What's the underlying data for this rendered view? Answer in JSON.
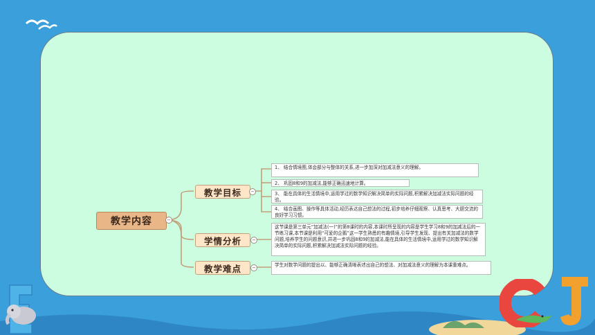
{
  "mindmap": {
    "root": "教学内容",
    "branches": [
      {
        "label": "教学目标",
        "leaves": [
          "1、 结合情境图,体会部分与整体的关系,进一步加深对加减法意义的理解。",
          "2、 巩固8和9的加减法,能够正确迅速地计算。",
          "3、 能在具体的生活情境中,运用学过的数学知识解决简单的实际问题,积累解决加减法实际问题的经验。",
          "4、 结合画图、操作等具体活动,经历表达自己想法的过程,初步培养仔细观察、认真思考、大胆交流的良好学习习惯。"
        ]
      },
      {
        "label": "学情分析",
        "leaves": [
          "这节课是第三单元“加减法(一)”的第8课时的内容,本课时所呈现的内容是学生学习8和9的加减法后的一节练习课,本节课是利用“可爱的企鹅”这一学生熟悉的有趣情境,引导学生发现、提出有关加减法的数学问题,培养学生的问题意识,并进一步巩固8和9的加减法,能在具体的生活情境中,运用学过的数学知识解决简单的实际问题,积累解决加减法实际问题的经验。"
        ]
      },
      {
        "label": "教学难点",
        "leaves": [
          "学生对数学问题的提出以、能够正确清晰表述出自己的想法、对加减法意义的理解为本课重难点。"
        ]
      }
    ],
    "collapse_glyph": "−"
  },
  "decor": {
    "letter_e": "E",
    "letter_c": "C",
    "letter_j": "J",
    "colors": {
      "sky": "#3a9fda",
      "panel": "#ccfde1",
      "root": "#e9b688",
      "branch": "#ffe6c8",
      "line": "#c0a07a"
    }
  }
}
